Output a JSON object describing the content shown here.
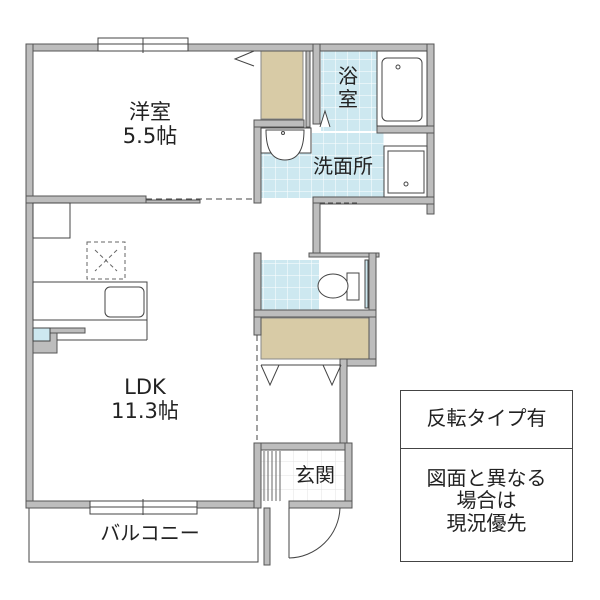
{
  "floorplan": {
    "rooms": {
      "western_room": {
        "name": "洋室",
        "size": "5.5帖"
      },
      "bathroom": {
        "name_line1": "浴",
        "name_line2": "室"
      },
      "washroom": {
        "name": "洗面所"
      },
      "ldk": {
        "name": "LDK",
        "size": "11.3帖"
      },
      "entrance": {
        "name": "玄関"
      },
      "balcony": {
        "name": "バルコニー"
      }
    },
    "notes": {
      "reverse_type": "反転タイプ有",
      "disclaimer_line1": "図面と異なる",
      "disclaimer_line2": "場合は",
      "disclaimer_line3": "現況優先"
    },
    "colors": {
      "wall": "#bdbdbd",
      "wall_edge": "#555555",
      "tile": "#cde8f0",
      "tile_grid": "#ffffff",
      "storage": "#d8cba6",
      "line": "#444444"
    }
  }
}
